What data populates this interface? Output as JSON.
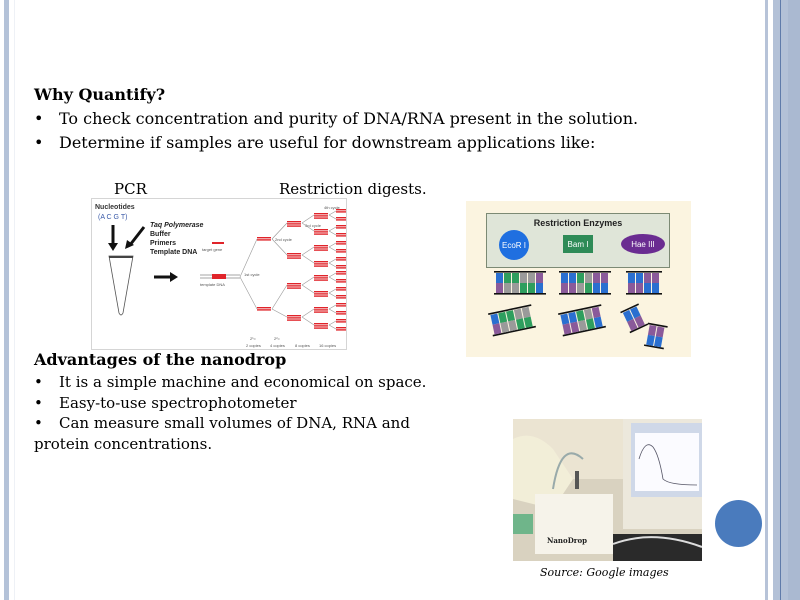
{
  "slide": {
    "heading": "Why Quantify?",
    "bullets": [
      "To check concentration and purity of DNA/RNA present in the solution.",
      "Determine if samples are useful for downstream applications like:"
    ],
    "bullet_glyph": "•",
    "app_labels": {
      "pcr": "PCR",
      "restriction": "Restriction digests."
    },
    "advantages": {
      "heading": "Advantages of the nanodrop",
      "bullets": [
        "It is a simple machine and economical on space.",
        "Easy-to-use spectrophotometer",
        "Can measure small volumes of DNA, RNA and"
      ],
      "continuation": "protein concentrations."
    },
    "source": "Source: Google images"
  },
  "pcr_figure": {
    "nucleotides_title": "Nucleotides",
    "nucleotides_letters": "(A C G T)",
    "reagents": [
      "Taq Polymerase",
      "Buffer",
      "Primers",
      "Template DNA"
    ],
    "target_gene": "target gene",
    "template_dna": "template DNA",
    "cycles": [
      "1st cycle",
      "2nd cycle",
      "3rd cycle",
      "4th cycle"
    ],
    "copies": [
      "2 copies",
      "4 copies",
      "8 copies",
      "16 copies"
    ],
    "powers": [
      "2¹=",
      "2²="
    ]
  },
  "restriction_figure": {
    "title": "Restriction Enzymes",
    "enzymes": [
      {
        "name": "EcoR I",
        "color": "#1f6fe0"
      },
      {
        "name": "Bam I",
        "color": "#2e8b57"
      },
      {
        "name": "Hae III",
        "color": "#6a2c91"
      }
    ],
    "base_colors": {
      "A": "#9a9a9a",
      "T": "#2e9e5e",
      "G": "#8a5a9a",
      "C": "#2a6fd0"
    }
  },
  "photo": {
    "device_label": "NanoDrop"
  },
  "colors": {
    "accent_circle": "#4a7bbd",
    "frame": "#b3c1d7",
    "pcr_red": "#e0242a"
  }
}
